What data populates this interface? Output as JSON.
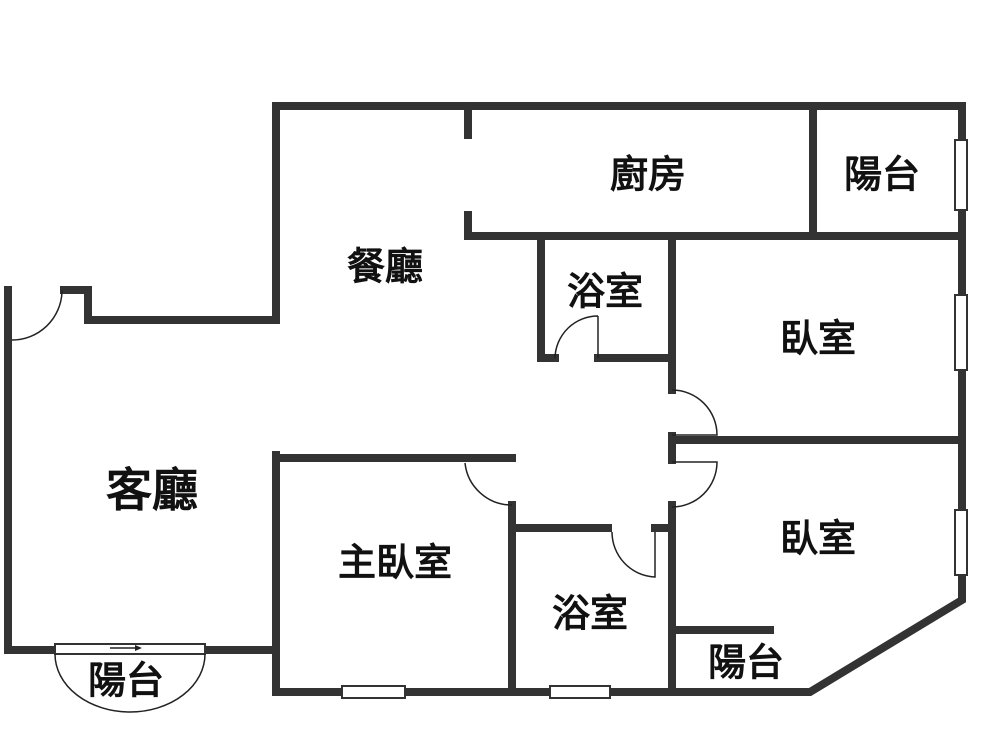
{
  "plan": {
    "rooms": {
      "kitchen": "廚房",
      "balcony_top": "陽台",
      "dining": "餐廳",
      "bath_north": "浴室",
      "bedroom_north": "臥室",
      "living": "客廳",
      "master_bedroom": "主臥室",
      "bath_south": "浴室",
      "bedroom_south": "臥室",
      "balcony_southeast": "陽台",
      "balcony_southwest": "陽台"
    },
    "colors": {
      "wall": "#333333",
      "background": "#ffffff"
    }
  }
}
